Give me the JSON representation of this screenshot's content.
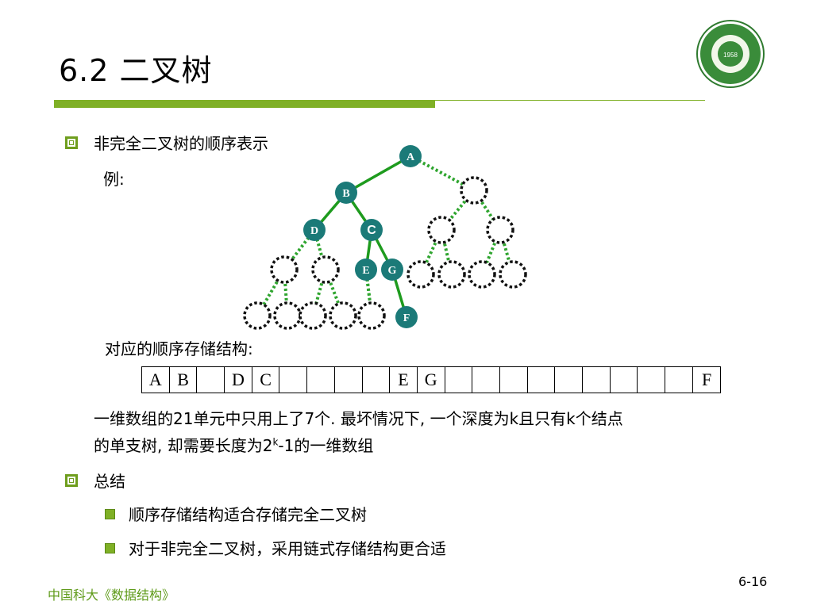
{
  "title": "6.2  二叉树",
  "logo": {
    "year": "1958"
  },
  "bullets": [
    {
      "heading": "非完全二叉树的顺序表示",
      "example_label": "例:",
      "storage_label": "对应的顺序存储结构:",
      "storage_cells": [
        "A",
        "B",
        "",
        "D",
        "C",
        "",
        "",
        "",
        "",
        "E",
        "G",
        "",
        "",
        "",
        "",
        "",
        "",
        "",
        "",
        "",
        "F"
      ],
      "description_line1": "一维数组的21单元中只用上了7个. 最坏情况下, 一个深度为k且只有k个结点",
      "description_line2_a": "的单支树, 却需要长度为2",
      "description_line2_sup": "k",
      "description_line2_b": "-1的一维数组"
    },
    {
      "heading": "总结",
      "sub_items": [
        "顺序存储结构适合存储完全二叉树",
        "对于非完全二叉树，采用链式存储结构更合适"
      ]
    }
  ],
  "tree_nodes": [
    {
      "id": "A",
      "label": "A",
      "real": true
    },
    {
      "id": "B",
      "label": "B",
      "real": true
    },
    {
      "id": "C",
      "label": "C",
      "real": true
    },
    {
      "id": "D",
      "label": "D",
      "real": true
    },
    {
      "id": "E",
      "label": "E",
      "real": true
    },
    {
      "id": "G",
      "label": "G",
      "real": true
    },
    {
      "id": "F",
      "label": "F",
      "real": true
    }
  ],
  "colors": {
    "accent_green": "#7fb026",
    "node_fill": "#1b7a78",
    "edge_green": "#1e9b1e",
    "footer_green": "#5e9a18"
  },
  "footer": "中国科大《数据结构》",
  "page_number": "6-16"
}
